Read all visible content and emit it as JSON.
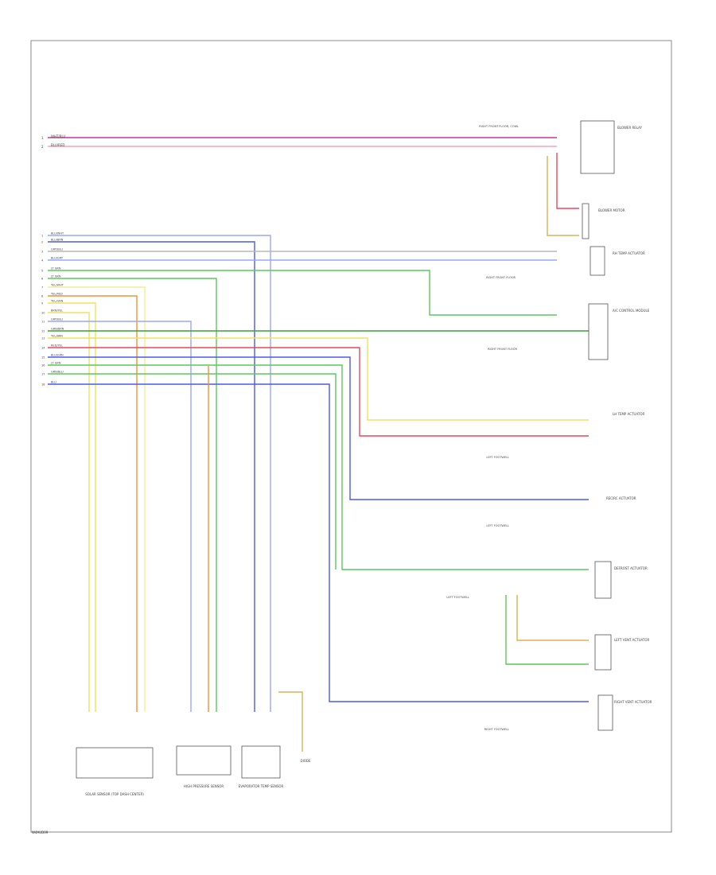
{
  "figure_id": "W4AUD09",
  "colors": {
    "border": "#8a8a8a",
    "component": "#555555",
    "red": "#e8495b",
    "pink": "#f3a6b7",
    "magenta": "#c7379a",
    "blue": "#4a5ae8",
    "lightblue": "#9aa6ff",
    "green": "#5cc85c",
    "darkgreen": "#3aa03a",
    "yellow": "#f0e060",
    "lightyellow": "#f6ec98",
    "orange": "#f2903a",
    "gray": "#b8b8b8",
    "tan": "#d9b05a"
  },
  "harness": {
    "top_wires": [
      {
        "label": "WHT/BLU",
        "pin": "1",
        "color": "magenta"
      },
      {
        "label": "BLU/RED",
        "pin": "2",
        "color": "pink"
      }
    ],
    "left_wires": [
      {
        "label": "BLU/WHT",
        "pin": "1",
        "color": "lightblue"
      },
      {
        "label": "BLU/BRN",
        "pin": "2",
        "color": "blue"
      },
      {
        "label": "GRY/BLU",
        "pin": "3",
        "color": "gray"
      },
      {
        "label": "BLU/GRY",
        "pin": "4",
        "color": "lightblue"
      },
      {
        "label": "LT GRN",
        "pin": "5",
        "color": "green"
      },
      {
        "label": "LT GRN",
        "pin": "6",
        "color": "green"
      },
      {
        "label": "YEL/WHT",
        "pin": "7",
        "color": "lightyellow"
      },
      {
        "label": "YEL/RED",
        "pin": "8",
        "color": "orange"
      },
      {
        "label": "YEL/GRN",
        "pin": "9",
        "color": "yellow"
      },
      {
        "label": "BRN/YEL",
        "pin": "10",
        "color": "tan"
      },
      {
        "label": "GRY/BLU",
        "pin": "11",
        "color": "lightblue"
      },
      {
        "label": "GRN/BRN",
        "pin": "12",
        "color": "darkgreen"
      },
      {
        "label": "YEL/BRN",
        "pin": "13",
        "color": "yellow"
      },
      {
        "label": "RED/YEL",
        "pin": "14",
        "color": "red"
      },
      {
        "label": "BLU/GRN",
        "pin": "15",
        "color": "lightblue"
      },
      {
        "label": "LT GRN",
        "pin": "16",
        "color": "green"
      },
      {
        "label": "GRN/BLU",
        "pin": "17",
        "color": "green"
      },
      {
        "label": "BLU",
        "pin": "18",
        "color": "blue"
      }
    ]
  },
  "components": {
    "blower_relay": {
      "label": "BLOWER RELAY",
      "ground": "RIGHT FRONT FLOOR, COWL"
    },
    "blower_motor": {
      "label": "BLOWER MOTOR"
    },
    "rh_temp_actuator": {
      "label": "RH TEMP ACTUATOR",
      "ground": "RIGHT FRONT FLOOR"
    },
    "ac_module": {
      "label": "A/C CONTROL MODULE",
      "ground": "RIGHT FRONT FLOOR"
    },
    "lh_temp_actuator": {
      "label": "LH TEMP ACTUATOR",
      "ground": "LEFT FOOTWELL"
    },
    "recirc_actuator": {
      "label": "RECIRC ACTUATOR",
      "ground": "LEFT FOOTWELL"
    },
    "defrost_actuator": {
      "label": "DEFROST ACTUATOR",
      "ground": "LEFT FOOTWELL"
    },
    "left_vent_actuator": {
      "label": "LEFT VENT ACTUATOR"
    },
    "right_vent_actuator": {
      "label": "RIGHT VENT ACTUATOR",
      "ground": "RIGHT FOOTWELL"
    },
    "sun_sensor": {
      "label": "SOLAR SENSOR (TOP DASH CENTER)"
    },
    "evaporator_sensor": {
      "label": "EVAPORATOR TEMP SENSOR"
    },
    "high_pressure_sensor": {
      "label": "HIGH PRESSURE SENSOR"
    },
    "diode": {
      "label": "DIODE"
    }
  }
}
